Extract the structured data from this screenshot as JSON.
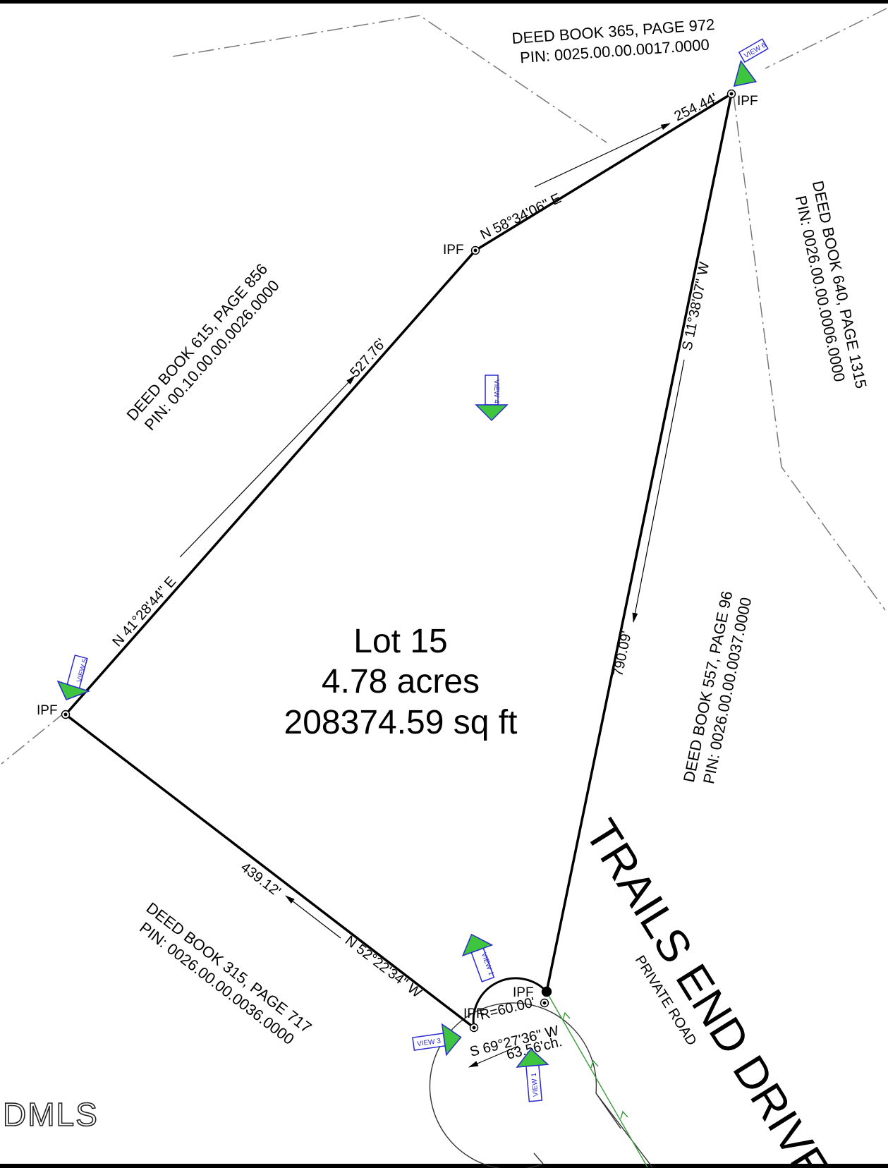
{
  "lot": {
    "name": "Lot 15",
    "acres": "4.78 acres",
    "sqft": "208374.59 sq ft"
  },
  "road": {
    "name": "TRAILS END DRIVE",
    "type": "PRIVATE ROAD"
  },
  "deeds": {
    "north": {
      "book": "DEED BOOK 365, PAGE 972",
      "pin": "PIN: 0025.00.00.0017.0000"
    },
    "northwest": {
      "book": "DEED BOOK 615, PAGE 856",
      "pin": "PIN: 00.10.00.00.0026.0000"
    },
    "northeast": {
      "book": "DEED BOOK 640, PAGE 1315",
      "pin": "PIN: 0026.00.00.0006.0000"
    },
    "east": {
      "book": "DEED BOOK 557, PAGE 96",
      "pin": "PIN: 0026.00.00.0037.0000"
    },
    "southwest": {
      "book": "DEED BOOK 315, PAGE 717",
      "pin": "PIN: 0026.00.00.0036.0000"
    }
  },
  "boundaries": {
    "northeast_upper": {
      "bearing": "N 58°34'06\" E",
      "distance": "254.44'"
    },
    "northwest": {
      "bearing": "N 41°28'44\" E",
      "distance": "527.76'"
    },
    "east": {
      "bearing": "S 11°38'07\" W",
      "distance": "790.09'"
    },
    "southwest": {
      "bearing": "N 52°22'34\" W",
      "distance": "439.12'"
    },
    "curve": {
      "radius": "R=60.00'",
      "bearing": "S 69°27'36\" W",
      "chord": "63.56'ch."
    }
  },
  "monuments": {
    "ipf_label": "IPF"
  },
  "views": {
    "v1": "VIEW 1",
    "v3": "VIEW 3",
    "v4": "VIEW 4",
    "v5": "VIEW 5",
    "v6": "VIEW 6"
  },
  "colors": {
    "arrow_fill": "#3fc43f",
    "view_box": "#2a2ad0",
    "centerline": "#3a9a3a"
  },
  "watermark": "DMLS"
}
